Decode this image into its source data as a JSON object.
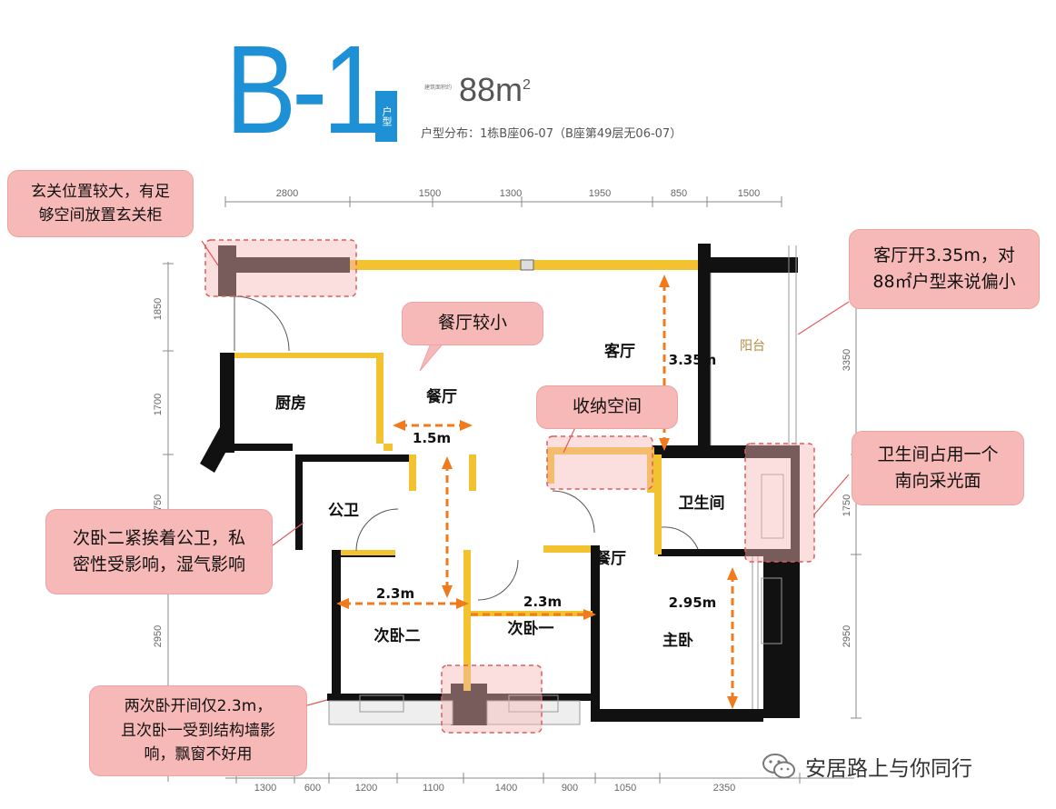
{
  "header": {
    "unit_code": "B-1",
    "unit_tag": "户型",
    "area_label": "建筑面积约",
    "area_value": "88m",
    "area_sup": "2",
    "distribution": "户型分布：1栋B座06-07（B座第49层无06-07）"
  },
  "dimensions": {
    "top": [
      "2800",
      "1500",
      "1300",
      "1950",
      "850",
      "1500"
    ],
    "bottom": [
      "1300",
      "600",
      "1200",
      "1100",
      "1400",
      "900",
      "1050",
      "2350"
    ],
    "left": [
      "1850",
      "1700",
      "1750",
      "2950"
    ],
    "right": [
      "3350",
      "1750",
      "2950"
    ]
  },
  "rooms": {
    "kitchen": "厨房",
    "dining": "餐厅",
    "living": "客厅",
    "balcony": "阳台",
    "public_bath": "公卫",
    "master_bath": "卫生间",
    "bedroom2": "次卧二",
    "bedroom1": "次卧一",
    "master": "主卧",
    "dining2": "餐厅"
  },
  "measurements": {
    "living_width": "3.35m",
    "dining_width": "1.5m",
    "bedroom2_width": "2.3m",
    "bedroom1_width": "2.3m",
    "master_width": "2.95m"
  },
  "callouts": {
    "entrance": [
      "玄关位置较大，有足",
      "够空间放置玄关柜"
    ],
    "dining": [
      "餐厅较小"
    ],
    "storage": [
      "收纳空间"
    ],
    "living": [
      "客厅开3.35m，对",
      "88㎡户型来说偏小"
    ],
    "bathroom": [
      "卫生间占用一个",
      "南向采光面"
    ],
    "bedroom2": [
      "次卧二紧挨着公卫，私",
      "密性受影响，湿气影响"
    ],
    "bedrooms": [
      "两次卧开间仅2.3m，",
      "且次卧一受到结构墙影",
      "响，飘窗不好用"
    ]
  },
  "watermark": "安居路上与你同行",
  "colors": {
    "title_blue": "#1e90d6",
    "wall": "#111111",
    "window": "#f2c230",
    "callout_fill": "#f7b9b7",
    "arrow": "#f07a1e",
    "highlight": "#e15a5a"
  }
}
